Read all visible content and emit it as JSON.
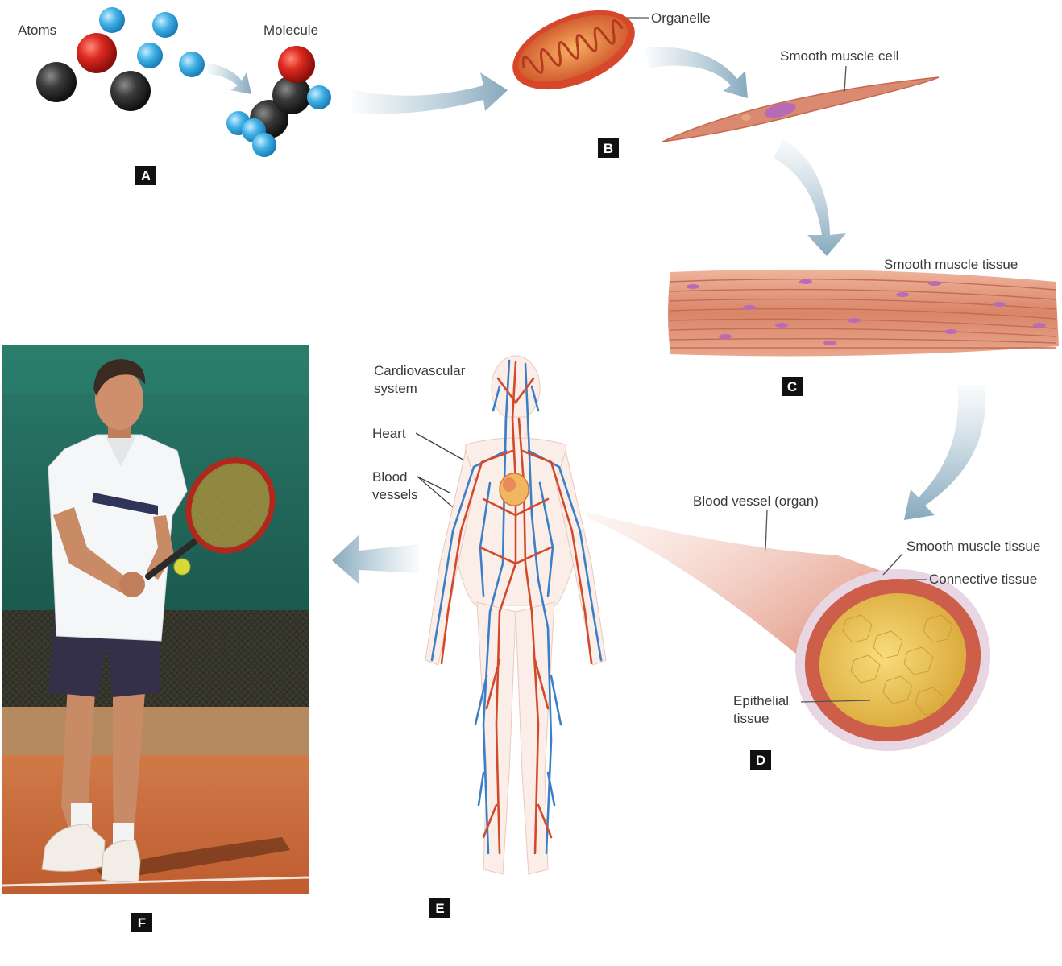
{
  "labels": {
    "atoms": "Atoms",
    "molecule": "Molecule",
    "organelle": "Organelle",
    "smooth_muscle_cell": "Smooth muscle cell",
    "smooth_muscle_tissue_c": "Smooth muscle tissue",
    "blood_vessel_organ": "Blood vessel (organ)",
    "smooth_muscle_tissue_d": "Smooth muscle tissue",
    "connective_tissue": "Connective tissue",
    "epithelial_line1": "Epithelial",
    "epithelial_line2": "tissue",
    "cardiovascular_line1": "Cardiovascular",
    "cardiovascular_line2": "system",
    "heart": "Heart",
    "blood_vessels_line1": "Blood",
    "blood_vessels_line2": "vessels"
  },
  "panels": {
    "a": "A",
    "b": "B",
    "c": "C",
    "d": "D",
    "e": "E",
    "f": "F"
  },
  "colors": {
    "arrow": "#9fbccc",
    "atom_carbon": "#2b2b2b",
    "atom_oxygen": "#d8231f",
    "atom_hydrogen": "#3aa6dd",
    "muscle": "#d9876a",
    "nucleus": "#b070b8",
    "artery": "#d24a2c",
    "vein": "#3a7fc8",
    "epithelium": "#e7bf55",
    "court_wall": "#1f6e5f",
    "clay": "#c9673a"
  }
}
